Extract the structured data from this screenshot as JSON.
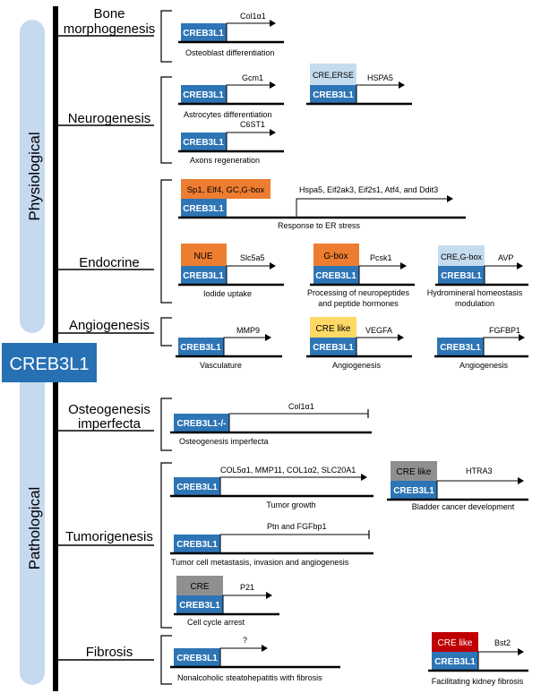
{
  "colors": {
    "panel": "#c5d9ef",
    "main_box": "#2670b3",
    "main_text": "#ffffff",
    "gene_box": "#2e75b6",
    "orange": "#ed7d31",
    "light_blue": "#c5dcef",
    "yellow": "#ffd966",
    "gray": "#8f8f8f",
    "red": "#c00000"
  },
  "center_label": "CREB3L1",
  "panels": {
    "physiological": "Physiological",
    "pathological": "Pathological"
  },
  "categories": {
    "bone": [
      "Bone",
      "morphogenesis"
    ],
    "neuro": "Neurogenesis",
    "endocrine": "Endocrine",
    "angio": "Angiogenesis",
    "osteo": [
      "Osteogenesis",
      "imperfecta"
    ],
    "tumor": "Tumorigenesis",
    "fibrosis": "Fibrosis"
  },
  "box_labels": {
    "gene": "CREB3L1",
    "gene_ko": "CREB3L1-/-",
    "sp1": "Sp1, Elf4, GC,G-box",
    "nue": "NUE",
    "gbox": "G-box",
    "cre_gbox": "CRE,G-box",
    "cre_erse": "CRE,ERSE",
    "cre_like": "CRE like",
    "cre": "CRE"
  },
  "targets": {
    "col1a1": "Col1α1",
    "gcm1": "Gcm1",
    "hspa5": "HSPA5",
    "c6st1": "C6ST1",
    "er_genes": "Hspa5, Eif2ak3, Eif2s1, Atf4, and Ddit3",
    "slc5a5": "Slc5a5",
    "pcsk1": "Pcsk1",
    "avp": "AVP",
    "mmp9": "MMP9",
    "vegfa": "VEGFA",
    "fgfbp1": "FGFBP1",
    "col1a1_oi": "Col1α1",
    "tumor_genes": "COL5α1, MMP11, COL1α2, SLC20A1",
    "htra3": "HTRA3",
    "ptn": "Ptn and FGFbp1",
    "p21": "P21",
    "unknown": "?",
    "bst2": "Bst2"
  },
  "captions": {
    "osteoblast": "Osteoblast differentiation",
    "astro": "Astrocytes differentiation",
    "axons": "Axons regeneration",
    "er_stress": "Response to ER stress",
    "iodide": "Iodide uptake",
    "neuropeptides": [
      "Processing of neuropeptides",
      "and peptide hormones"
    ],
    "hydro": [
      "Hydromineral homeostasis",
      "modulation"
    ],
    "vasculature": "Vasculature",
    "angio1": "Angiogenesis",
    "angio2": "Angiogenesis",
    "oi": "Osteogenesis imperfecta",
    "tumor_growth": "Tumor growth",
    "bladder": "Bladder cancer development",
    "metastasis": "Tumor cell metastasis, invasion and angiogenesis",
    "cell_cycle": "Cell cycle arrest",
    "nash": "Nonalcoholic steatohepatitis with fibrosis",
    "kidney": "Facilitating kidney fibrosis"
  }
}
